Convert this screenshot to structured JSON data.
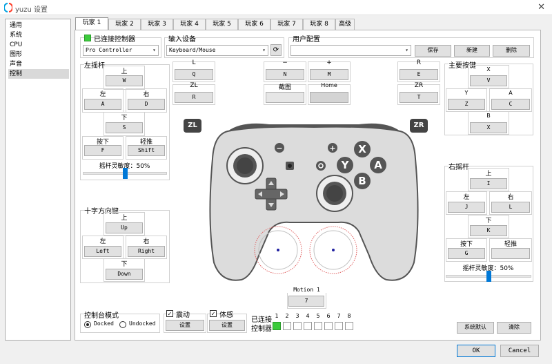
{
  "window": {
    "title": "yuzu 设置"
  },
  "sidebar": {
    "items": [
      {
        "label": "通用"
      },
      {
        "label": "系统"
      },
      {
        "label": "CPU"
      },
      {
        "label": "图形"
      },
      {
        "label": "声音"
      },
      {
        "label": "控制"
      }
    ],
    "selected": "控制"
  },
  "tabs": [
    {
      "label": "玩家 1"
    },
    {
      "label": "玩家 2"
    },
    {
      "label": "玩家 3"
    },
    {
      "label": "玩家 4"
    },
    {
      "label": "玩家 5"
    },
    {
      "label": "玩家 6"
    },
    {
      "label": "玩家 7"
    },
    {
      "label": "玩家 8"
    },
    {
      "label": "高级"
    }
  ],
  "top": {
    "connected_label": "已连接控制器",
    "controller_type": "Pro Controller",
    "input_device_label": "输入设备",
    "input_device": "Keyboard/Mouse",
    "refresh_icon": "refresh-icon",
    "user_config_label": "用户配置",
    "user_config_value": "",
    "save": "保存",
    "new": "新建",
    "delete": "删除"
  },
  "left_stick": {
    "title": "左摇杆",
    "up_label": "上",
    "up": "W",
    "left_label": "左",
    "left": "A",
    "right_label": "右",
    "right": "D",
    "down_label": "下",
    "down": "S",
    "press_label": "按下",
    "press": "F",
    "modifier_label": "轻推",
    "modifier": "Shift",
    "sensitivity_label": "摇杆灵敏度：50%",
    "sensitivity": 0.5
  },
  "dpad": {
    "title": "十字方向键",
    "up_label": "上",
    "up": "Up",
    "left_label": "左",
    "left": "Left",
    "right_label": "右",
    "right": "Right",
    "down_label": "下",
    "down": "Down"
  },
  "shoulder": {
    "l_label": "L",
    "l": "Q",
    "zl_label": "ZL",
    "zl": "R",
    "minus_label": "−",
    "minus": "N",
    "plus_label": "+",
    "plus": "M",
    "capture_label": "截图",
    "capture": "",
    "home_label": "Home",
    "home": "",
    "r_label": "R",
    "r": "E",
    "zr_label": "ZR",
    "zr": "T",
    "zl_badge": "ZL",
    "zr_badge": "ZR"
  },
  "face": {
    "title": "主要按键",
    "x_label": "X",
    "x": "V",
    "y_label": "Y",
    "y": "Z",
    "a_label": "A",
    "a": "C",
    "b_label": "B",
    "b": "X"
  },
  "right_stick": {
    "title": "右摇杆",
    "up_label": "上",
    "up": "I",
    "left_label": "左",
    "left": "J",
    "right_label": "右",
    "right": "L",
    "down_label": "下",
    "down": "K",
    "press_label": "按下",
    "press": "G",
    "modifier_label": "轻推",
    "modifier": "",
    "sensitivity_label": "摇杆灵敏度：50%",
    "sensitivity": 0.5
  },
  "motion": {
    "label": "Motion 1",
    "value": "7"
  },
  "bottom": {
    "console_mode_label": "控制台模式",
    "docked": "Docked",
    "undocked": "Undocked",
    "mode_selected": "Docked",
    "vibration_label": "震动",
    "vibration_checked": true,
    "vibration_settings": "设置",
    "motion_label": "体感",
    "motion_checked": true,
    "motion_settings": "设置",
    "connected_controllers_line1": "已连接",
    "connected_controllers_line2": "控制器",
    "slot_numbers": [
      "1",
      "2",
      "3",
      "4",
      "5",
      "6",
      "7",
      "8"
    ],
    "slot_connected": [
      true,
      false,
      false,
      false,
      false,
      false,
      false,
      false
    ],
    "defaults": "系统默认",
    "clear": "清除"
  },
  "dialog": {
    "ok": "OK",
    "cancel": "Cancel"
  },
  "controller_buttons": {
    "x": "X",
    "y": "Y",
    "a": "A",
    "b": "B",
    "minus": "−",
    "plus": "+"
  }
}
